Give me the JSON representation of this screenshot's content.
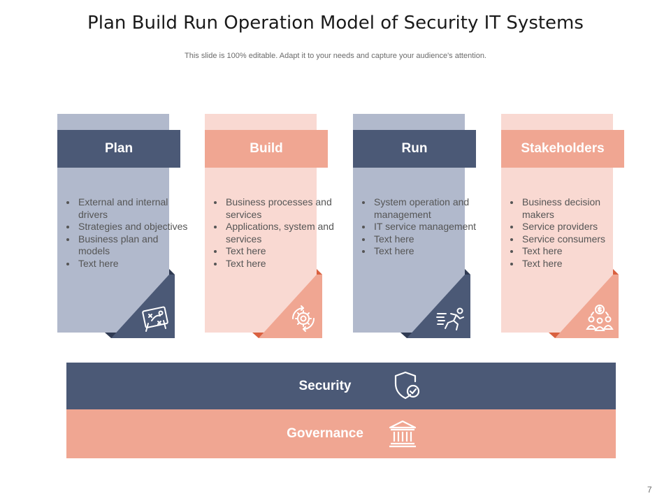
{
  "title": "Plan Build Run Operation Model of Security IT Systems",
  "subtitle": "This slide is 100% editable. Adapt it to your needs and capture your audience's attention.",
  "cards": [
    {
      "label": "Plan",
      "icon": "strategy-board-icon",
      "items": [
        "External and internal drivers",
        "Strategies and objectives",
        "Business plan and models",
        "Text here"
      ]
    },
    {
      "label": "Build",
      "icon": "gear-cycle-icon",
      "items": [
        "Business processes and services",
        "Applications, system and services",
        "Text here",
        "Text here"
      ]
    },
    {
      "label": "Run",
      "icon": "running-person-icon",
      "items": [
        "System operation and management",
        "IT service management",
        "Text here",
        "Text here"
      ]
    },
    {
      "label": "Stakeholders",
      "icon": "stakeholders-icon",
      "items": [
        "Business decision makers",
        "Service providers",
        "Service consumers",
        "Text here",
        "Text here"
      ]
    }
  ],
  "bands": {
    "security": {
      "label": "Security",
      "icon": "shield-check-icon"
    },
    "governance": {
      "label": "Governance",
      "icon": "government-building-icon"
    }
  },
  "colors": {
    "navy": "#4b5976",
    "navy_light": "#b1b9cc",
    "salmon": "#f0a692",
    "salmon_light": "#f9d9d2"
  },
  "page_number": "7"
}
